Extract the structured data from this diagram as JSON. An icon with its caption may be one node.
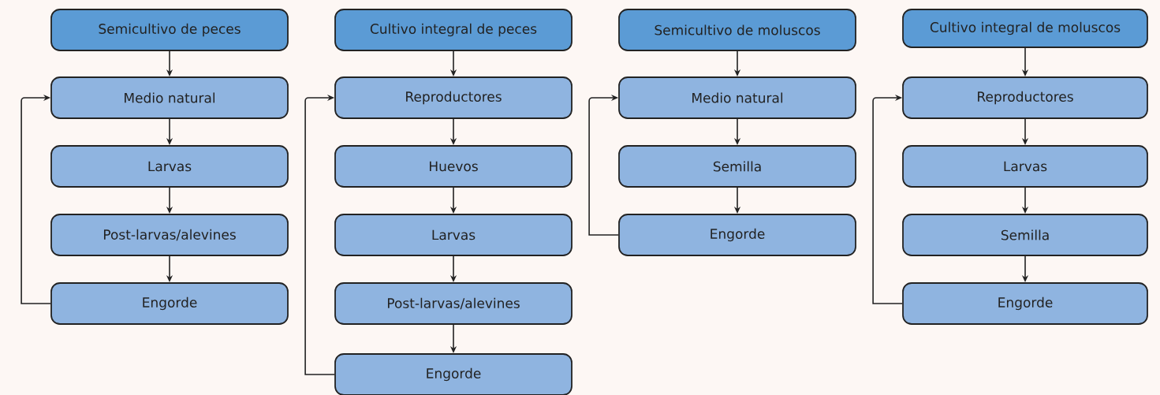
{
  "diagram": {
    "nodes": [
      {
        "text": [
          "Semicultivo de peces"
        ]
      },
      {
        "text": [
          "Medio natural"
        ]
      },
      {
        "text": [
          "Larvas"
        ]
      },
      {
        "text": [
          "Post-larvas/alevines"
        ]
      },
      {
        "text": [
          "Engorde"
        ]
      },
      {
        "text": [
          "Cultivo integral de peces"
        ]
      },
      {
        "text": [
          "Reproductores"
        ]
      },
      {
        "text": [
          "Huevos"
        ]
      },
      {
        "text": [
          "Larvas"
        ]
      },
      {
        "text": [
          "Post-larvas/alevines"
        ]
      },
      {
        "text": [
          "Engorde"
        ]
      },
      {
        "text": [
          "Semicultivo de moluscos"
        ]
      },
      {
        "text": [
          "Medio natural"
        ]
      },
      {
        "text": [
          "Semilla"
        ]
      },
      {
        "text": [
          "Engorde"
        ]
      },
      {
        "text": [
          "Cultivo integral de moluscos"
        ]
      },
      {
        "text": [
          "Reproductores"
        ]
      },
      {
        "text": [
          "Larvas"
        ]
      },
      {
        "text": [
          "Semilla"
        ]
      },
      {
        "text": [
          "Engorde"
        ]
      }
    ],
    "edges": [
      {
        "from": 0,
        "to": 1,
        "arrow": "to"
      },
      {
        "from": 1,
        "to": 2,
        "arrow": "to"
      },
      {
        "from": 2,
        "to": 3,
        "arrow": "to"
      },
      {
        "from": 3,
        "to": 4,
        "arrow": "to"
      },
      {
        "from": 4,
        "to": 1,
        "arrow": "to"
      },
      {
        "from": 5,
        "to": 6,
        "arrow": "to"
      },
      {
        "from": 6,
        "to": 7,
        "arrow": "to"
      },
      {
        "from": 7,
        "to": 8,
        "arrow": "to"
      },
      {
        "from": 8,
        "to": 9,
        "arrow": "to"
      },
      {
        "from": 9,
        "to": 10,
        "arrow": "to"
      },
      {
        "from": 10,
        "to": 6,
        "arrow": "to"
      },
      {
        "from": 11,
        "to": 12,
        "arrow": "to"
      },
      {
        "from": 12,
        "to": 13,
        "arrow": "to"
      },
      {
        "from": 13,
        "to": 14,
        "arrow": "to"
      },
      {
        "from": 14,
        "to": 12,
        "arrow": "to"
      },
      {
        "from": 15,
        "to": 16,
        "arrow": "to"
      },
      {
        "from": 16,
        "to": 17,
        "arrow": "to"
      },
      {
        "from": 17,
        "to": 18,
        "arrow": "to"
      },
      {
        "from": 18,
        "to": 19,
        "arrow": "to"
      },
      {
        "from": 19,
        "to": 16,
        "arrow": "to"
      }
    ]
  }
}
